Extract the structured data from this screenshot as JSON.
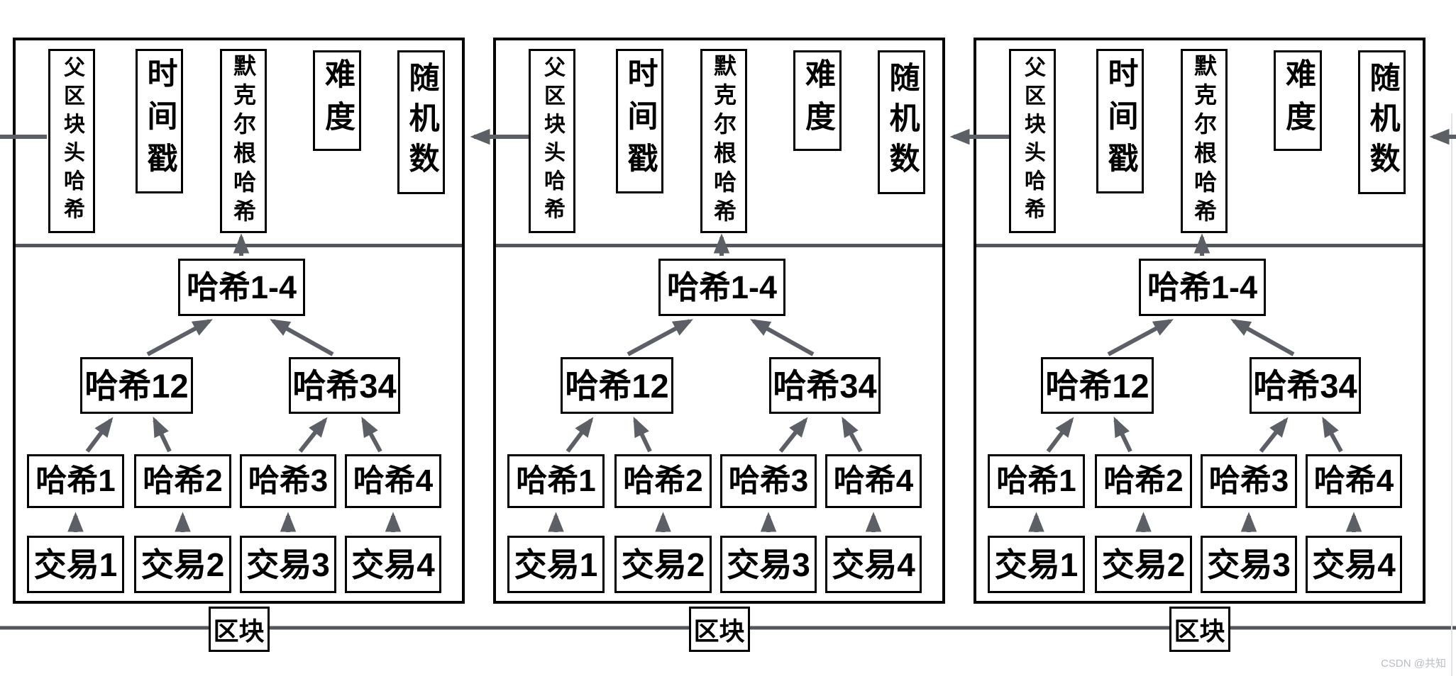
{
  "diagram": {
    "title_semantic": "blockchain-merkle-tree-diagram",
    "colors": {
      "background": "#ffffff",
      "box_border": "#000000",
      "arrow_gray": "#5c6066",
      "line_gray": "#53565c",
      "watermark_gray": "#b9bdc3",
      "edge_line_gray": "#e3e4e6"
    }
  },
  "blocks": [
    {
      "name": "block-1",
      "header_fields": [
        {
          "label": "父区块头哈希"
        },
        {
          "label": "时间戳"
        },
        {
          "label": "默克尔根哈希"
        },
        {
          "label": "难度"
        },
        {
          "label": "随机数"
        }
      ],
      "merkle": {
        "root": "哈希1-4",
        "mid": [
          "哈希12",
          "哈希34"
        ],
        "leaves": [
          "哈希1",
          "哈希2",
          "哈希3",
          "哈希4"
        ],
        "transactions": [
          "交易1",
          "交易2",
          "交易3",
          "交易4"
        ]
      },
      "tag": "区块"
    },
    {
      "name": "block-2",
      "header_fields": [
        {
          "label": "父区块头哈希"
        },
        {
          "label": "时间戳"
        },
        {
          "label": "默克尔根哈希"
        },
        {
          "label": "难度"
        },
        {
          "label": "随机数"
        }
      ],
      "merkle": {
        "root": "哈希1-4",
        "mid": [
          "哈希12",
          "哈希34"
        ],
        "leaves": [
          "哈希1",
          "哈希2",
          "哈希3",
          "哈希4"
        ],
        "transactions": [
          "交易1",
          "交易2",
          "交易3",
          "交易4"
        ]
      },
      "tag": "区块"
    },
    {
      "name": "block-3",
      "header_fields": [
        {
          "label": "父区块头哈希"
        },
        {
          "label": "时间戳"
        },
        {
          "label": "默克尔根哈希"
        },
        {
          "label": "难度"
        },
        {
          "label": "随机数"
        }
      ],
      "merkle": {
        "root": "哈希1-4",
        "mid": [
          "哈希12",
          "哈希34"
        ],
        "leaves": [
          "哈希1",
          "哈希2",
          "哈希3",
          "哈希4"
        ],
        "transactions": [
          "交易1",
          "交易2",
          "交易3",
          "交易4"
        ]
      },
      "tag": "区块"
    }
  ],
  "watermark": {
    "text": "CSDN @共知"
  }
}
